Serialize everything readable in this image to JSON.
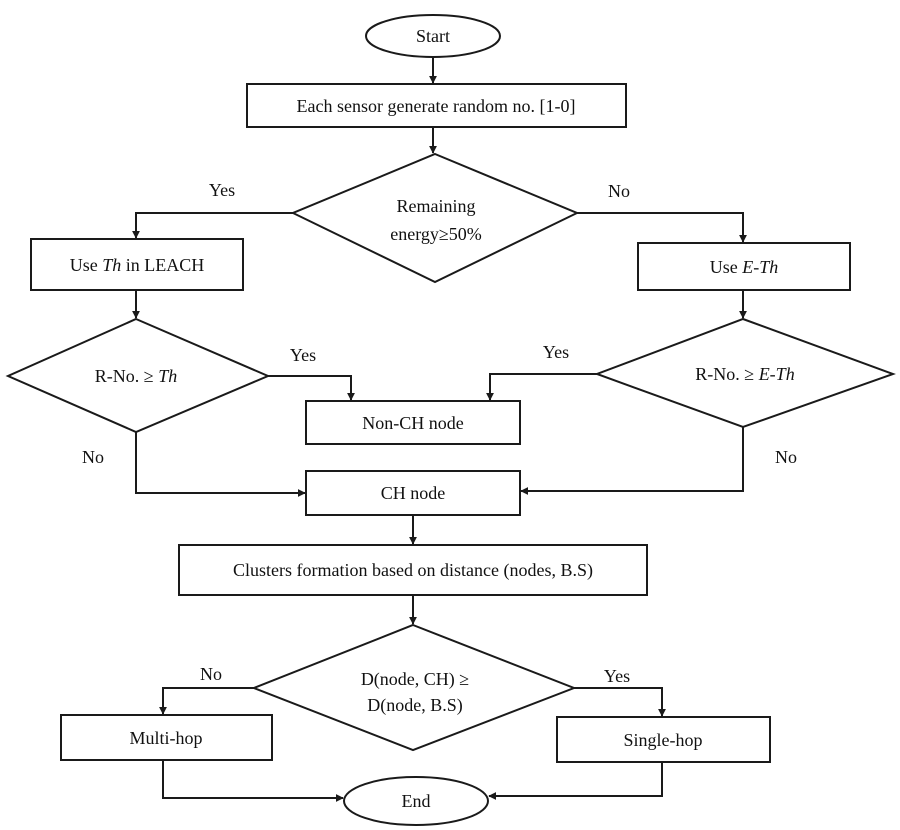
{
  "nodes": {
    "start": "Start",
    "generate": "Each sensor generate random no. [1-0]",
    "energy_check_l1": "Remaining",
    "energy_check_l2": "energy≥50%",
    "use_th_pre": "Use ",
    "use_th_var": "Th",
    "use_th_post": " in LEACH",
    "use_eth_pre": "Use ",
    "use_eth_var": "E-Th",
    "rno_th_pre": "R-No. ≥ ",
    "rno_th_var": "Th",
    "rno_eth_pre": "R-No. ≥ ",
    "rno_eth_var": "E-Th",
    "non_ch": "Non-CH node",
    "ch": "CH node",
    "clusters": "Clusters formation based on distance (nodes, B.S)",
    "dist_check_l1": "D(node, CH) ≥",
    "dist_check_l2": "D(node, B.S)",
    "multi_hop": "Multi-hop",
    "single_hop": "Single-hop",
    "end": "End"
  },
  "edge_labels": {
    "energy_yes": "Yes",
    "energy_no": "No",
    "rno_th_yes": "Yes",
    "rno_th_no": "No",
    "rno_eth_yes": "Yes",
    "rno_eth_no": "No",
    "dist_no": "No",
    "dist_yes": "Yes"
  }
}
